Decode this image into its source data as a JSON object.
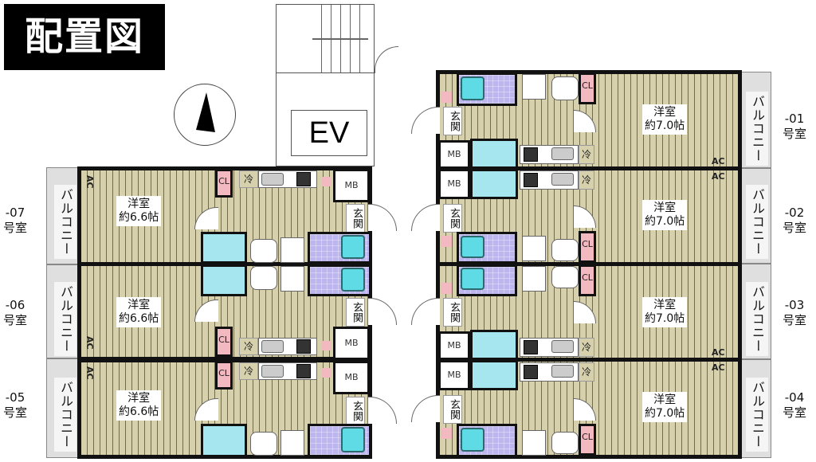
{
  "title": "配置図",
  "compass": {
    "icon": "north-arrow-icon"
  },
  "core": {
    "elevator_label": "EV"
  },
  "labels": {
    "balcony": "バルコニー",
    "western_room": "洋室",
    "closet": "CL",
    "meter_box": "MB",
    "entrance": "玄関",
    "fridge": "冷",
    "ac": "AC",
    "room_suffix": "号室"
  },
  "units": [
    {
      "id": "-01",
      "suffix": "号室",
      "room": "洋室",
      "size": "約7.0帖"
    },
    {
      "id": "-02",
      "suffix": "号室",
      "room": "洋室",
      "size": "約7.0帖"
    },
    {
      "id": "-03",
      "suffix": "号室",
      "room": "洋室",
      "size": "約7.0帖"
    },
    {
      "id": "-04",
      "suffix": "号室",
      "room": "洋室",
      "size": "約7.0帖"
    },
    {
      "id": "-05",
      "suffix": "号室",
      "room": "洋室",
      "size": "約6.6帖"
    },
    {
      "id": "-06",
      "suffix": "号室",
      "room": "洋室",
      "size": "約6.6帖"
    },
    {
      "id": "-07",
      "suffix": "号室",
      "room": "洋室",
      "size": "約6.6帖"
    }
  ],
  "colors": {
    "floor": "#d6d1ac",
    "floor_line": "#6f6b52",
    "wall": "#111111",
    "toilet": "#a6e6ee",
    "bath_tile": "#bdb6ee",
    "tub": "#5fdbe6",
    "closet": "#f3b9c0",
    "balcony": "#dfdfdf"
  }
}
